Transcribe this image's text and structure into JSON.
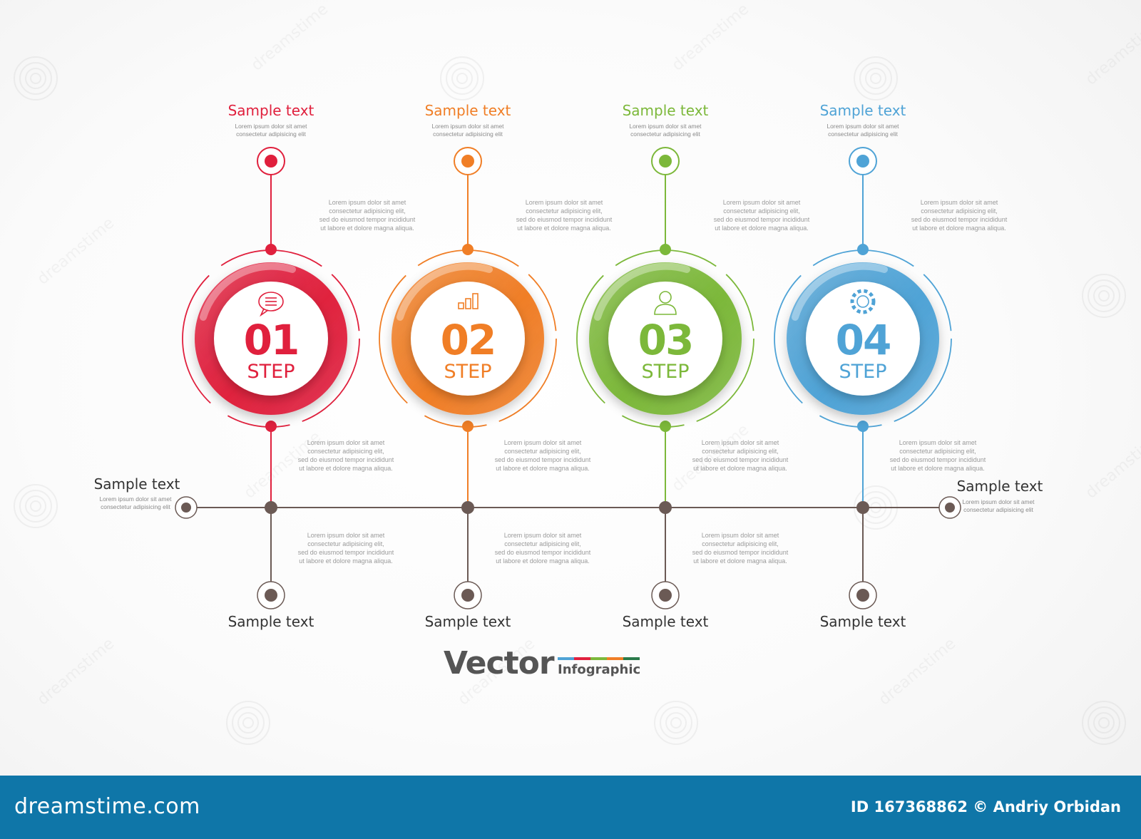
{
  "colors": {
    "step1": "#e0203d",
    "step2": "#f07e26",
    "step3": "#7cb83a",
    "step4": "#4fa3d6",
    "timeline": "#6b5a55",
    "footer": "#0f76a8"
  },
  "steps": [
    {
      "number": "01",
      "label": "STEP",
      "icon": "speech-bubble-icon",
      "top_title": "Sample text",
      "top_desc": "Lorem ipsum dolor sit amet\nconsectetur adipisicing elit",
      "mid_desc": "Lorem ipsum dolor sit amet\nconsectetur adipisicing elit,\nsed do eiusmod tempor incididunt\nut labore et dolore magna aliqua.",
      "low_desc": "Lorem ipsum dolor sit amet\nconsectetur adipisicing elit,\nsed do eiusmod tempor incididunt\nut labore et dolore magna aliqua.",
      "bottom_desc": "Lorem ipsum dolor sit amet\nconsectetur adipisicing elit,\nsed do eiusmod tempor incididunt\nut labore et dolore magna aliqua.",
      "bottom_title": "Sample text"
    },
    {
      "number": "02",
      "label": "STEP",
      "icon": "bar-chart-icon",
      "top_title": "Sample text",
      "top_desc": "Lorem ipsum dolor sit amet\nconsectetur adipisicing elit",
      "mid_desc": "Lorem ipsum dolor sit amet\nconsectetur adipisicing elit,\nsed do eiusmod tempor incididunt\nut labore et dolore magna aliqua.",
      "low_desc": "Lorem ipsum dolor sit amet\nconsectetur adipisicing elit,\nsed do eiusmod tempor incididunt\nut labore et dolore magna aliqua.",
      "bottom_desc": "Lorem ipsum dolor sit amet\nconsectetur adipisicing elit,\nsed do eiusmod tempor incididunt\nut labore et dolore magna aliqua.",
      "bottom_title": "Sample text"
    },
    {
      "number": "03",
      "label": "STEP",
      "icon": "user-icon",
      "top_title": "Sample text",
      "top_desc": "Lorem ipsum dolor sit amet\nconsectetur adipisicing elit",
      "mid_desc": "Lorem ipsum dolor sit amet\nconsectetur adipisicing elit,\nsed do eiusmod tempor incididunt\nut labore et dolore magna aliqua.",
      "low_desc": "Lorem ipsum dolor sit amet\nconsectetur adipisicing elit,\nsed do eiusmod tempor incididunt\nut labore et dolore magna aliqua.",
      "bottom_desc": "Lorem ipsum dolor sit amet\nconsectetur adipisicing elit,\nsed do eiusmod tempor incididunt\nut labore et dolore magna aliqua.",
      "bottom_title": "Sample text"
    },
    {
      "number": "04",
      "label": "STEP",
      "icon": "gear-icon",
      "top_title": "Sample text",
      "top_desc": "Lorem ipsum dolor sit amet\nconsectetur adipisicing elit",
      "mid_desc": "Lorem ipsum dolor sit amet\nconsectetur adipisicing elit,\nsed do eiusmod tempor incididunt\nut labore et dolore magna aliqua.",
      "low_desc": "Lorem ipsum dolor sit amet\nconsectetur adipisicing elit,\nsed do eiusmod tempor incididunt\nut labore et dolore magna aliqua.",
      "bottom_title": "Sample text"
    }
  ],
  "timeline": {
    "left": {
      "title": "Sample text",
      "desc": "Lorem ipsum dolor sit amet\nconsectetur adipisicing elit"
    },
    "right": {
      "title": "Sample text",
      "desc": "Lorem ipsum dolor sit amet\nconsectetur adipisicing elit"
    }
  },
  "logo": {
    "word": "Vector",
    "sub": "Infographic",
    "stripe_colors": [
      "#4fa3d6",
      "#e0203d",
      "#7cb83a",
      "#f07e26",
      "#2a7a4a"
    ]
  },
  "watermark": {
    "text": "dreamstime"
  },
  "footer": {
    "site": "dreamstime.com",
    "credit": "ID 167368862 © Andriy Orbidan"
  }
}
